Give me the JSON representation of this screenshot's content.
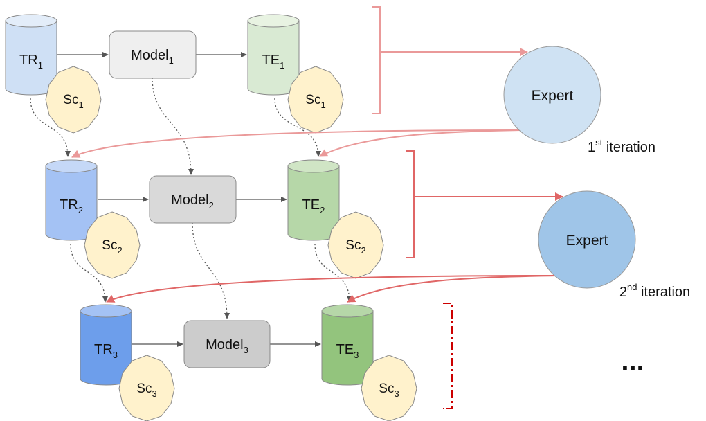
{
  "rows": [
    {
      "train": {
        "base": "TR",
        "sub": "1"
      },
      "model": {
        "base": "Model",
        "sub": "1"
      },
      "test": {
        "base": "TE",
        "sub": "1"
      },
      "score_label": {
        "base": "Sc",
        "sub": "1"
      },
      "colors": {
        "train_fill": "#cfe0f5",
        "train_top": "#e3edf9",
        "model_fill": "#efefef",
        "test_fill": "#d9ead3",
        "test_top": "#e8f3e2"
      }
    },
    {
      "train": {
        "base": "TR",
        "sub": "2"
      },
      "model": {
        "base": "Model",
        "sub": "2"
      },
      "test": {
        "base": "TE",
        "sub": "2"
      },
      "score_label": {
        "base": "Sc",
        "sub": "2"
      },
      "colors": {
        "train_fill": "#a4c2f4",
        "train_top": "#c5d8f7",
        "model_fill": "#d9d9d9",
        "test_fill": "#b6d7a8",
        "test_top": "#d0e5c5"
      }
    },
    {
      "train": {
        "base": "TR",
        "sub": "3"
      },
      "model": {
        "base": "Model",
        "sub": "3"
      },
      "test": {
        "base": "TE",
        "sub": "3"
      },
      "score_label": {
        "base": "Sc",
        "sub": "3"
      },
      "colors": {
        "train_fill": "#6d9eeb",
        "train_top": "#a4c2f4",
        "model_fill": "#cccccc",
        "test_fill": "#93c47d",
        "test_top": "#b6d7a8"
      }
    }
  ],
  "experts": [
    {
      "label": "Expert",
      "iteration_num": "1",
      "iteration_sup": "st",
      "iteration_word": " iteration",
      "fill": "#cfe2f3",
      "arrow_color": "#ea9999"
    },
    {
      "label": "Expert",
      "iteration_num": "2",
      "iteration_sup": "nd",
      "iteration_word": " iteration",
      "fill": "#9fc5e8",
      "arrow_color": "#e06666"
    }
  ],
  "score_color": "#fff2cc",
  "ellipsis": "..."
}
